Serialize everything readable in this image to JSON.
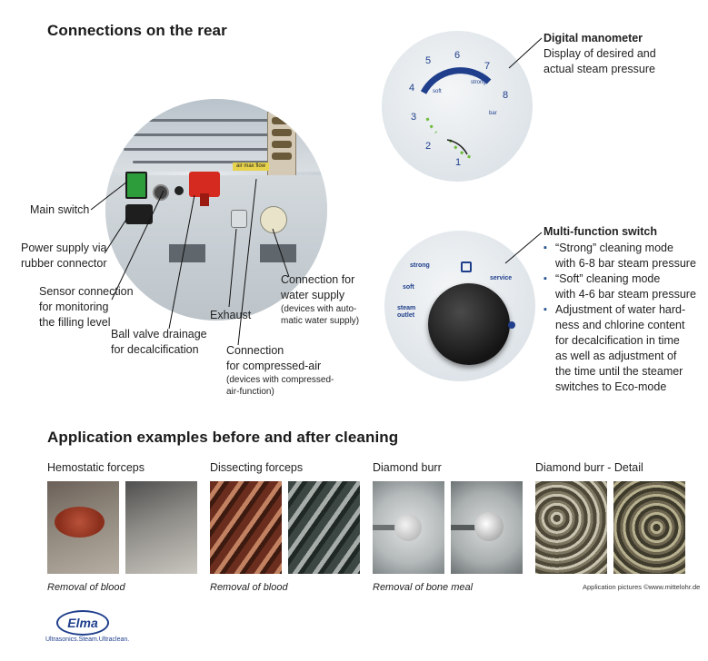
{
  "sections": {
    "connections_title": "Connections on the rear",
    "examples_title": "Application examples before and after cleaning"
  },
  "rear_labels": {
    "main_switch": "Main switch",
    "power_supply": "Power supply via\nrubber connector",
    "sensor_connection": "Sensor connection\nfor monitoring\nthe filling level",
    "ball_valve": "Ball valve drainage\nfor decalcification",
    "exhaust": "Exhaust",
    "water_supply": "Connection for\nwater supply",
    "water_supply_note": "(devices with auto-\nmatic water supply)",
    "compressed_air": "Connection\nfor compressed-air",
    "compressed_air_note": "(devices with compressed-\nair-function)",
    "device_tag": "air max flow"
  },
  "manometer": {
    "title": "Digital manometer",
    "desc": "Display of desired and\nactual steam pressure",
    "dial_numbers": [
      "1",
      "2",
      "3",
      "4",
      "5",
      "6",
      "7",
      "8"
    ],
    "soft_label": "soft",
    "strong_label": "strong",
    "unit": "bar"
  },
  "switch": {
    "title": "Multi-function switch",
    "bullets": [
      "“Strong” cleaning mode\nwith 6-8 bar steam pressure",
      "“Soft” cleaning mode\nwith 4-6 bar steam pressure",
      "Adjustment of water hard-\nness and chlorine content\nfor decalcification in time\nas well as adjustment of\nthe time until the steamer\nswitches to Eco-mode"
    ],
    "dial_labels": {
      "strong": "strong",
      "soft": "soft",
      "steam_outlet": "steam\noutlet",
      "service": "service"
    }
  },
  "examples": [
    {
      "title": "Hemostatic forceps",
      "caption": "Removal of blood"
    },
    {
      "title": "Dissecting forceps",
      "caption": "Removal of blood"
    },
    {
      "title": "Diamond burr",
      "caption": "Removal of bone meal"
    },
    {
      "title": "Diamond burr - Detail",
      "caption": "Application pictures ©www.mittelohr.de"
    }
  ],
  "logo": {
    "brand": "Elma",
    "tagline": "Ultrasonics.Steam.Ultraclean."
  },
  "colors": {
    "accent_blue": "#1f3f8c",
    "gauge_green": "#6dbb3a",
    "power_red": "#d42a1f",
    "switch_green": "#2d9c3a"
  }
}
